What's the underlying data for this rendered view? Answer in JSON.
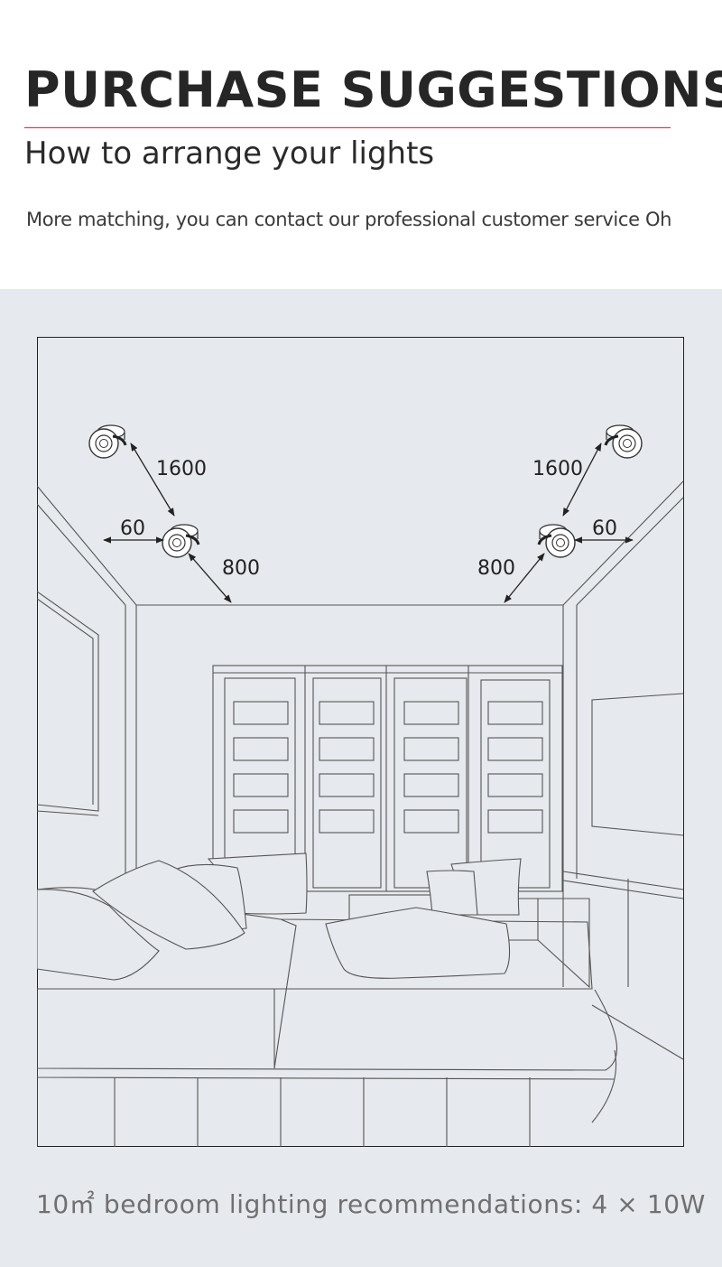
{
  "header": {
    "title": "PURCHASE SUGGESTIONS",
    "subtitle": "How to arrange your lights",
    "note": "More matching, you can contact our professional customer service Oh"
  },
  "diagram": {
    "dimensions": {
      "left_spacing": "1600",
      "right_spacing": "1600",
      "left_wall_offset": "60",
      "right_wall_offset": "60",
      "left_ceiling_offset": "800",
      "right_ceiling_offset": "800"
    }
  },
  "caption": "10㎡ bedroom lighting recommendations: 4 × 10W",
  "colors": {
    "accent_rule": "#c8323c",
    "panel_background": "#e6e9ed",
    "line_art": "#555555"
  }
}
